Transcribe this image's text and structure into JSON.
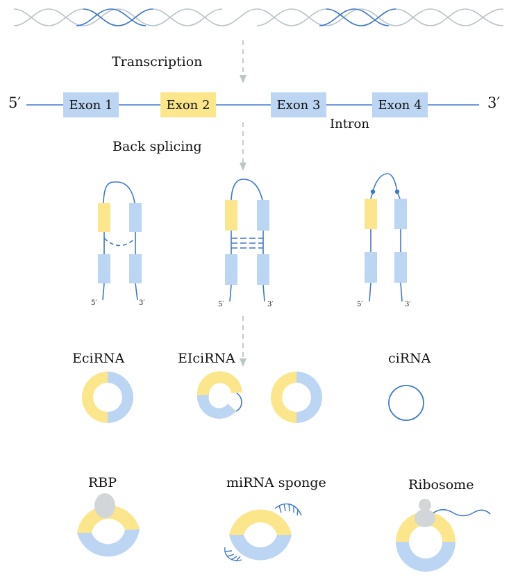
{
  "steps": {
    "transcription": "Transcription",
    "back_splicing": "Back splicing"
  },
  "gene": {
    "five_prime": "5′",
    "three_prime": "3′",
    "intron": "Intron",
    "exons": [
      "Exon 1",
      "Exon 2",
      "Exon 3",
      "Exon 4"
    ]
  },
  "hairpins": {
    "five_prime": "5′",
    "three_prime": "3′"
  },
  "circ_types": {
    "ecirna": "EciRNA",
    "eicirna": "EIciRNA",
    "cirna": "ciRNA"
  },
  "functions": {
    "rbp": "RBP",
    "mirna_sponge": "miRNA sponge",
    "ribosome": "Ribosome"
  },
  "colors": {
    "strand": "#3e77d0",
    "dna_light": "#b8c3c9",
    "exon_blue": "#bcd5f2",
    "exon_yellow": "#fbe68c",
    "protein_gray": "#d3d6d9",
    "arrow": "#b9c8c0"
  }
}
